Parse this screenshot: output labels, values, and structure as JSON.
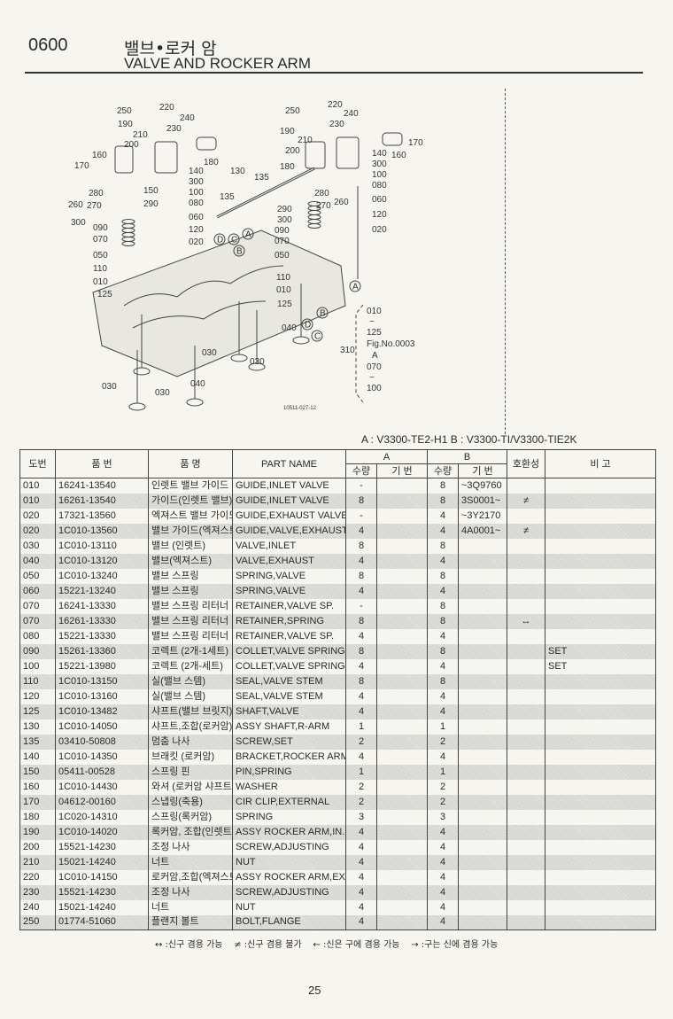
{
  "header": {
    "code": "0600",
    "title_ko": "밸브•로커 암",
    "title_en": "VALVE AND ROCKER ARM"
  },
  "diagram": {
    "callouts": [
      "250",
      "220",
      "240",
      "190",
      "230",
      "210",
      "200",
      "160",
      "170",
      "180",
      "140",
      "300",
      "150",
      "100",
      "080",
      "280",
      "270",
      "260",
      "290",
      "300",
      "060",
      "090",
      "120",
      "070",
      "020",
      "050",
      "110",
      "010",
      "125",
      "130",
      "135",
      "135",
      "250",
      "220",
      "240",
      "230",
      "190",
      "210",
      "200",
      "170",
      "160",
      "140",
      "180",
      "300",
      "100",
      "080",
      "280",
      "270",
      "260",
      "060",
      "290",
      "300",
      "120",
      "090",
      "020",
      "070",
      "050",
      "110",
      "010",
      "125",
      "040",
      "030",
      "030",
      "030",
      "030",
      "040"
    ],
    "letters": [
      "A",
      "C",
      "B",
      "D",
      "A",
      "B",
      "D",
      "C"
    ],
    "ref": {
      "from1": "010",
      "tilde1": "~",
      "to1": "125",
      "fig": "Fig.No.0003",
      "letter": "A",
      "from2": "070",
      "tilde2": "~",
      "to2": "100",
      "item": "310"
    },
    "drawing_no": "10511-027-12"
  },
  "models": "A : V3300-TE2-H1   B : V3300-TI/V3300-TIE2K",
  "table": {
    "headers": {
      "ref": "도번",
      "part_no": "품 번",
      "name_ko": "품 명",
      "part_name": "PART NAME",
      "a": "A",
      "b": "B",
      "qty": "수량",
      "serial": "기 번",
      "compat": "호환성",
      "remarks": "비 고"
    },
    "rows": [
      [
        "010",
        "16241-13540",
        "인렛트 밸브 가이드",
        "GUIDE,INLET VALVE",
        "-",
        "",
        "8",
        "~3Q9760",
        "",
        ""
      ],
      [
        "010",
        "16261-13540",
        "가이드(인렛트 밸브)",
        "GUIDE,INLET VALVE",
        "8",
        "",
        "8",
        "3S0001~",
        "≠",
        ""
      ],
      [
        "020",
        "17321-13560",
        "엑져스트 밸브 가이드",
        "GUIDE,EXHAUST VALVE",
        "-",
        "",
        "4",
        "~3Y2170",
        "",
        ""
      ],
      [
        "020",
        "1C010-13560",
        "밸브 가이드(엑져스트)",
        "GUIDE,VALVE,EXHAUST",
        "4",
        "",
        "4",
        "4A0001~",
        "≠",
        ""
      ],
      [
        "030",
        "1C010-13110",
        "밸브 (인렛트)",
        "VALVE,INLET",
        "8",
        "",
        "8",
        "",
        "",
        ""
      ],
      [
        "040",
        "1C010-13120",
        "밸브(엑져스트)",
        "VALVE,EXHAUST",
        "4",
        "",
        "4",
        "",
        "",
        ""
      ],
      [
        "050",
        "1C010-13240",
        "밸브 스프링",
        "SPRING,VALVE",
        "8",
        "",
        "8",
        "",
        "",
        ""
      ],
      [
        "060",
        "15221-13240",
        "밸브 스프링",
        "SPRING,VALVE",
        "4",
        "",
        "4",
        "",
        "",
        ""
      ],
      [
        "070",
        "16241-13330",
        "밸브 스프링 리터너",
        "RETAINER,VALVE SP.",
        "-",
        "",
        "8",
        "",
        "",
        ""
      ],
      [
        "070",
        "16261-13330",
        "밸브 스프링 리터너",
        "RETAINER,SPRING",
        "8",
        "",
        "8",
        "",
        "↔",
        ""
      ],
      [
        "080",
        "15221-13330",
        "밸브 스프링 리터너",
        "RETAINER,VALVE SP.",
        "4",
        "",
        "4",
        "",
        "",
        ""
      ],
      [
        "090",
        "15261-13360",
        "코렉트 (2개-1세트)",
        "COLLET,VALVE SPRING",
        "8",
        "",
        "8",
        "",
        "",
        "SET"
      ],
      [
        "100",
        "15221-13980",
        "코렉트 (2개-세트)",
        "COLLET,VALVE SPRING",
        "4",
        "",
        "4",
        "",
        "",
        "SET"
      ],
      [
        "110",
        "1C010-13150",
        "실(밸브 스템)",
        "SEAL,VALVE STEM",
        "8",
        "",
        "8",
        "",
        "",
        ""
      ],
      [
        "120",
        "1C010-13160",
        "실(밸브 스템)",
        "SEAL,VALVE STEM",
        "4",
        "",
        "4",
        "",
        "",
        ""
      ],
      [
        "125",
        "1C010-13482",
        "샤프트(밸브 브릿지)",
        "SHAFT,VALVE",
        "4",
        "",
        "4",
        "",
        "",
        ""
      ],
      [
        "130",
        "1C010-14050",
        "샤프트,조합(로커암)",
        "ASSY SHAFT,R-ARM",
        "1",
        "",
        "1",
        "",
        "",
        ""
      ],
      [
        "135",
        "03410-50808",
        "멈춤 나사",
        "SCREW,SET",
        "2",
        "",
        "2",
        "",
        "",
        ""
      ],
      [
        "140",
        "1C010-14350",
        "브래킷 (로커암)",
        "BRACKET,ROCKER ARM",
        "4",
        "",
        "4",
        "",
        "",
        ""
      ],
      [
        "150",
        "05411-00528",
        "스프링 핀",
        "PIN,SPRING",
        "1",
        "",
        "1",
        "",
        "",
        ""
      ],
      [
        "160",
        "1C010-14430",
        "와셔 (로커암 샤프트)",
        "WASHER",
        "2",
        "",
        "2",
        "",
        "",
        ""
      ],
      [
        "170",
        "04612-00160",
        "스냅링(축용)",
        "CIR CLIP,EXTERNAL",
        "2",
        "",
        "2",
        "",
        "",
        ""
      ],
      [
        "180",
        "1C020-14310",
        "스프링(록커암)",
        "SPRING",
        "3",
        "",
        "3",
        "",
        "",
        ""
      ],
      [
        "190",
        "1C010-14020",
        "록커암, 조합(인렛트)",
        "ASSY ROCKER ARM,IN.",
        "4",
        "",
        "4",
        "",
        "",
        ""
      ],
      [
        "200",
        "15521-14230",
        "조정 나사",
        "SCREW,ADJUSTING",
        "4",
        "",
        "4",
        "",
        "",
        ""
      ],
      [
        "210",
        "15021-14240",
        "너트",
        "NUT",
        "4",
        "",
        "4",
        "",
        "",
        ""
      ],
      [
        "220",
        "1C010-14150",
        "로커암,조합(엑져스트)",
        "ASSY ROCKER ARM,EXH",
        "4",
        "",
        "4",
        "",
        "",
        ""
      ],
      [
        "230",
        "15521-14230",
        "조정 나사",
        "SCREW,ADJUSTING",
        "4",
        "",
        "4",
        "",
        "",
        ""
      ],
      [
        "240",
        "15021-14240",
        "너트",
        "NUT",
        "4",
        "",
        "4",
        "",
        "",
        ""
      ],
      [
        "250",
        "01774-51060",
        "플랜지 볼트",
        "BOLT,FLANGE",
        "4",
        "",
        "4",
        "",
        "",
        ""
      ]
    ]
  },
  "legend": [
    "↔ :신구 겸용 가능",
    "≠ :신구 겸용 불가",
    "← :신은 구에 겸용 가능",
    "→ :구는 신에 겸용 가능"
  ],
  "page_number": "25"
}
